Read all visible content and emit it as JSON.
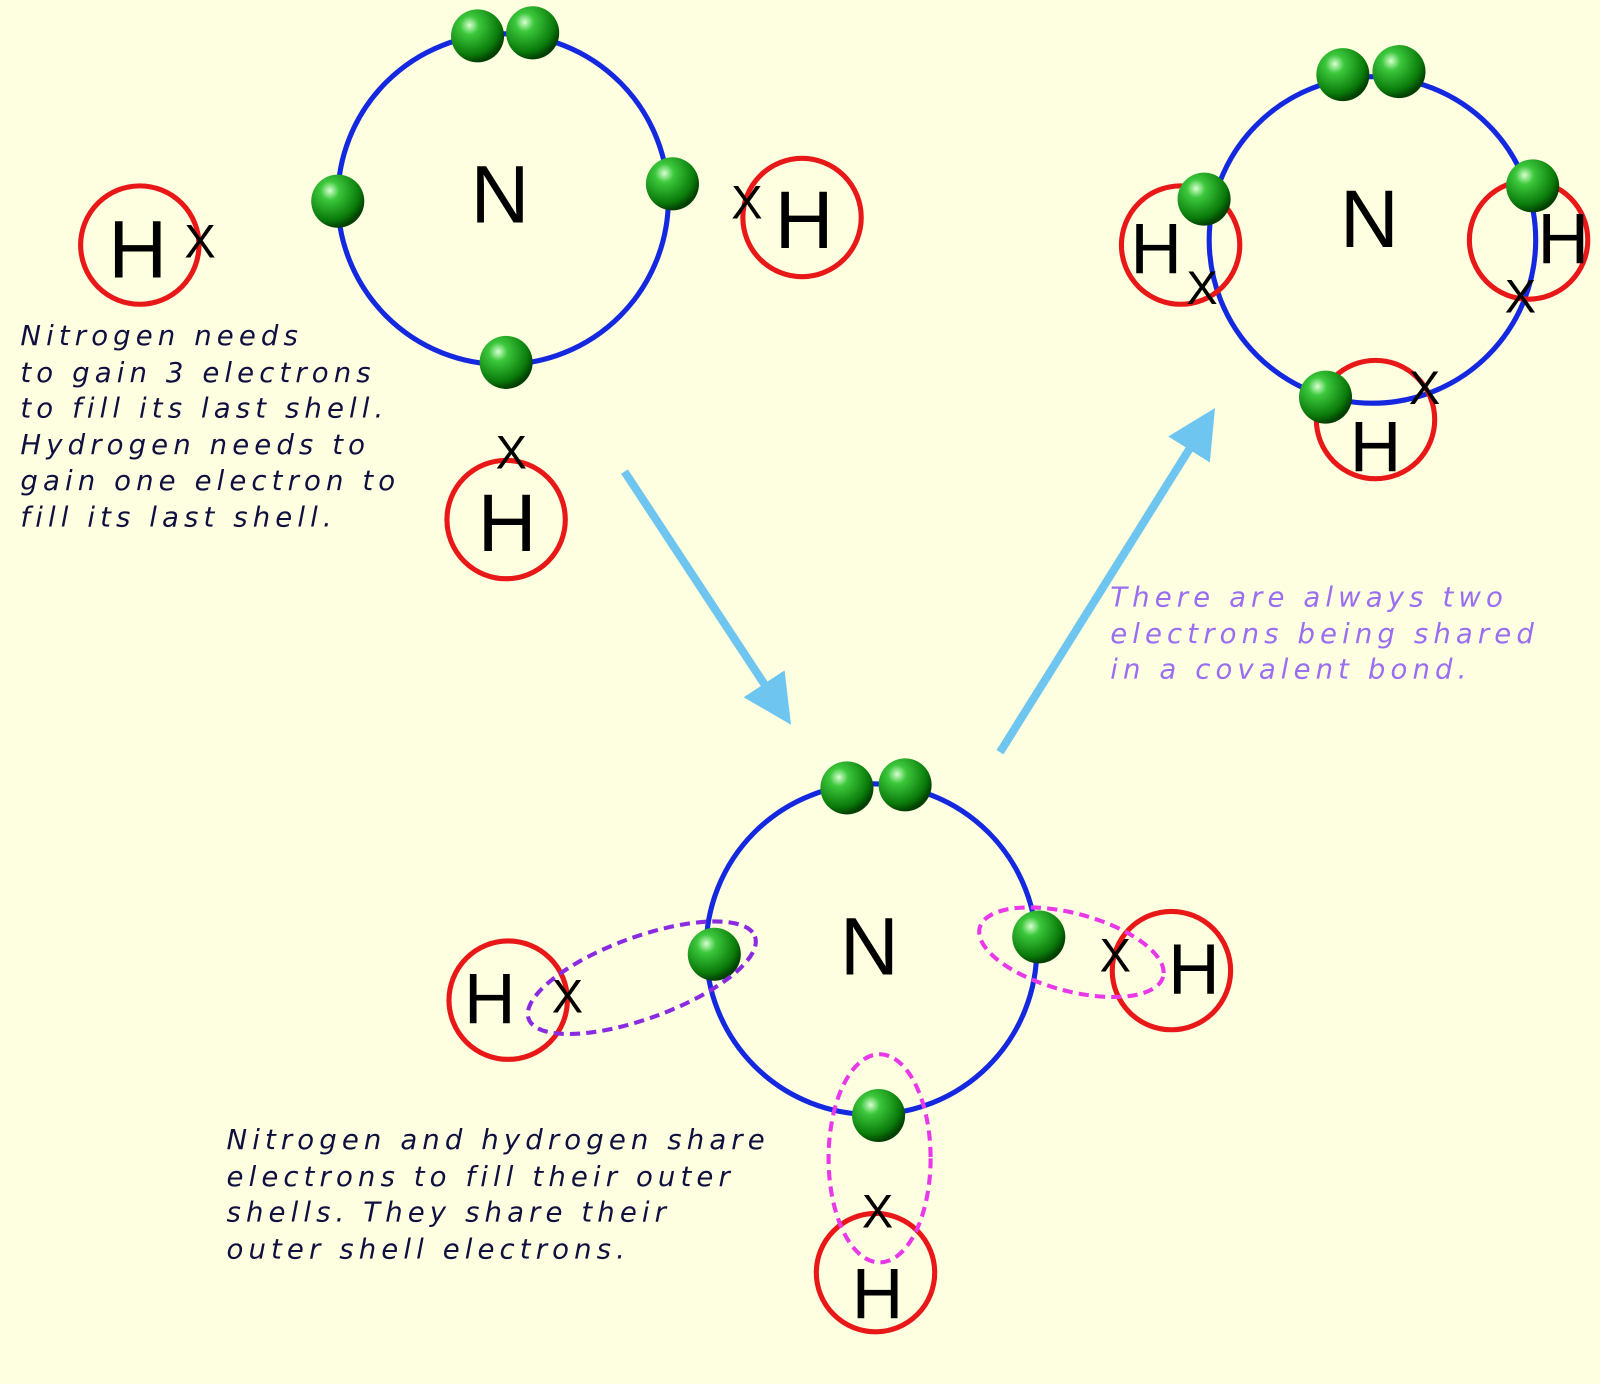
{
  "colors": {
    "background": "#fefee0",
    "shell": "#1428e0",
    "hydrogen_shell": "#e81818",
    "electron": "#1a9a1a",
    "arrow": "#6ec6f0",
    "share_purple": "#8a2be2",
    "share_pink": "#e838e8",
    "note_dark": "#101040",
    "note_purple": "#9a6ef0"
  },
  "labels": {
    "nitrogen": "N",
    "hydrogen": "H",
    "cross": "X"
  },
  "notes": {
    "step1": [
      "Nitrogen needs",
      "to gain 3 electrons",
      "to fill its last shell.",
      "Hydrogen needs to",
      "gain one electron to",
      "fill its last shell."
    ],
    "step2": [
      "Nitrogen and hydrogen share",
      "electrons to fill their outer",
      "shells.  They share their",
      "outer shell electrons."
    ],
    "step3": [
      "There are always two",
      "electrons being shared",
      "in a covalent bond."
    ]
  }
}
